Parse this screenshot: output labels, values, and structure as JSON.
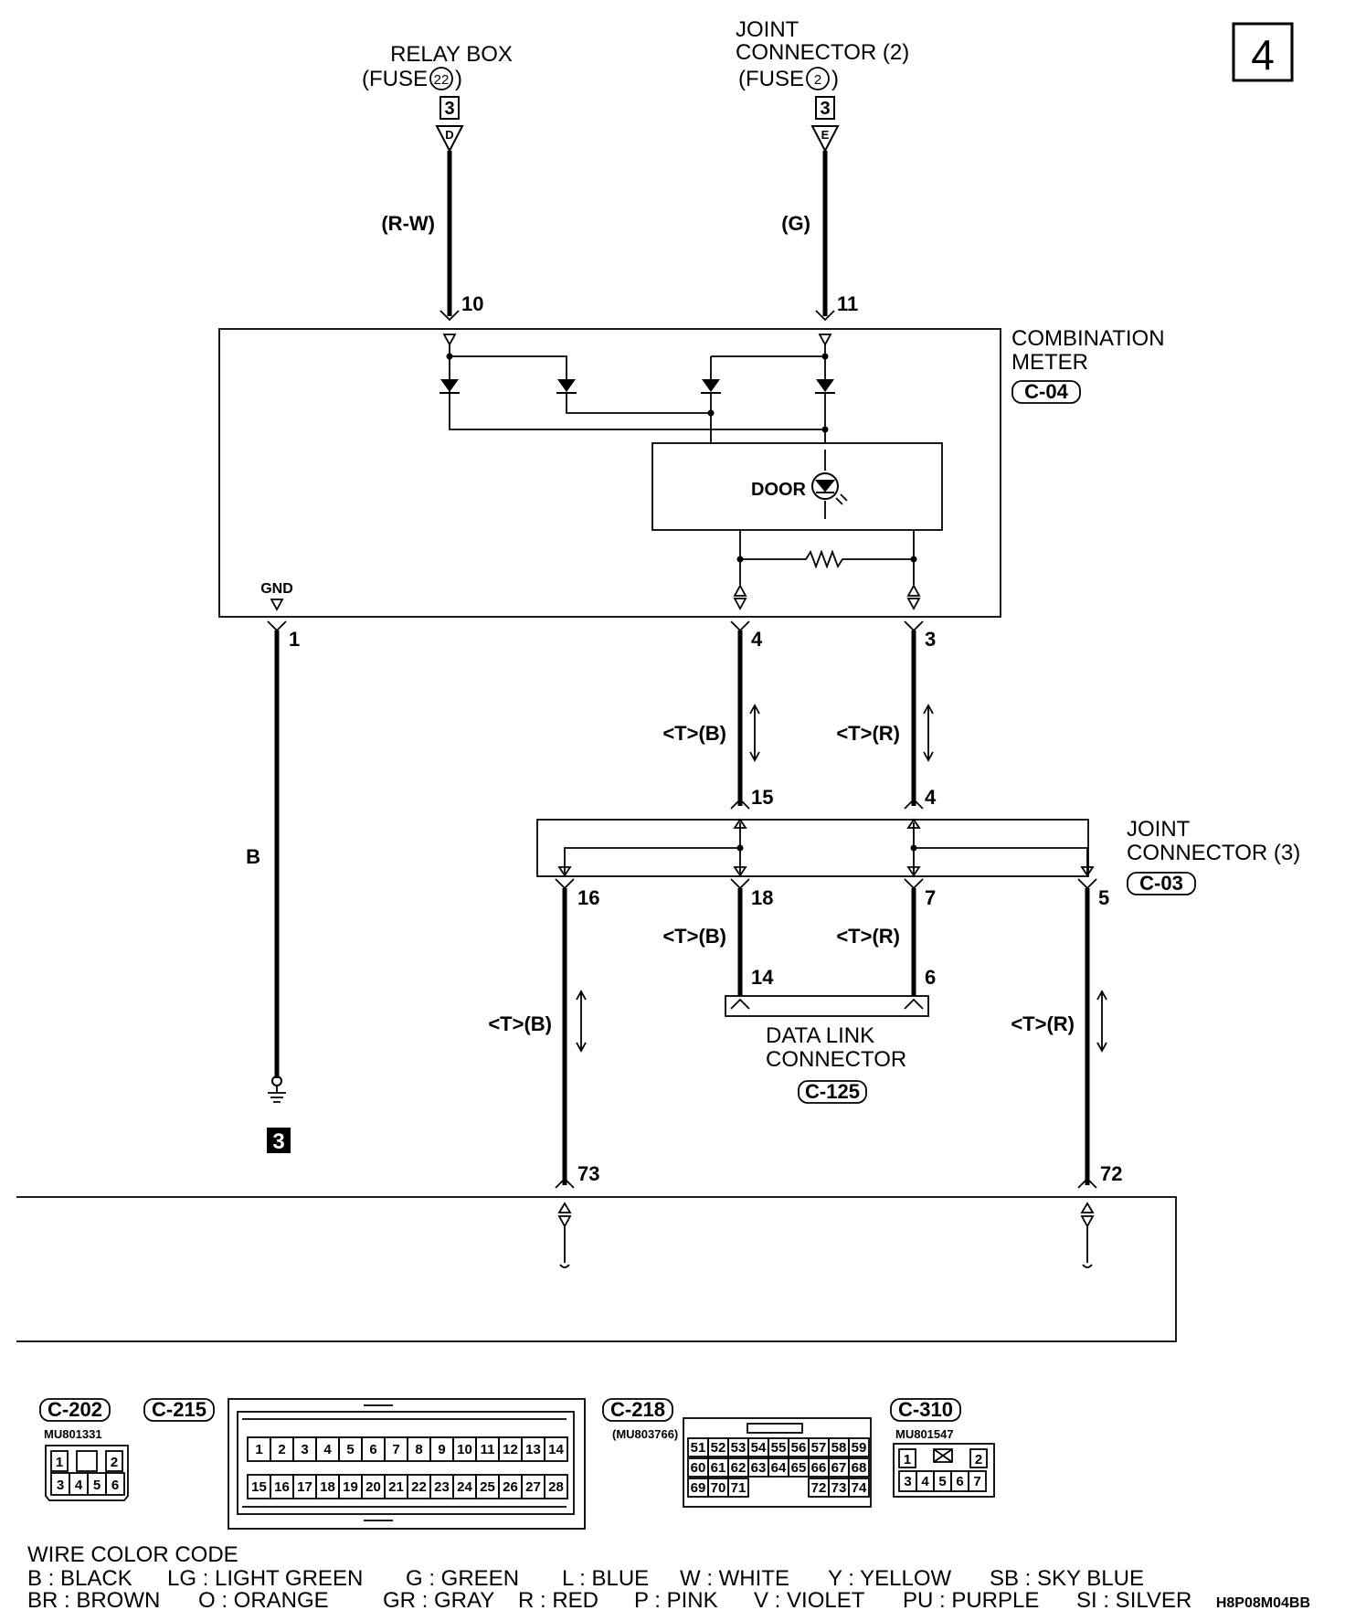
{
  "page_number": "4",
  "top_sources": {
    "relay_box": {
      "line1": "RELAY BOX",
      "line2": "(FUSE",
      "fuse_no": "22",
      "line2_end": ")",
      "box_no": "3",
      "conn": "D"
    },
    "joint_connector_2": {
      "line1": "JOINT",
      "line2": "CONNECTOR (2)",
      "line3": "(FUSE",
      "fuse_no": "2",
      "line3_end": ")",
      "box_no": "3",
      "conn": "E"
    }
  },
  "wires": {
    "rw_color": "(R-W)",
    "g_color": "(G)",
    "pin_10": "10",
    "pin_11": "11",
    "gnd_color": "B",
    "pin_1": "1",
    "pin_4": "4",
    "pin_3": "3",
    "tb": "<T>(B)",
    "tr": "<T>(R)",
    "pin_15": "15",
    "pin_4b": "4",
    "pin_16": "16",
    "pin_18": "18",
    "pin_7": "7",
    "pin_5": "5",
    "pin_14": "14",
    "pin_6": "6",
    "pin_73": "73",
    "pin_72": "72",
    "ground_ref": "3"
  },
  "combination_meter": {
    "line1": "COMBINATION",
    "line2": "METER",
    "code": "C-04",
    "gnd": "GND",
    "door": "DOOR"
  },
  "joint_connector_3": {
    "line1": "JOINT",
    "line2": "CONNECTOR (3)",
    "code": "C-03"
  },
  "data_link_connector": {
    "line1": "DATA LINK",
    "line2": "CONNECTOR",
    "code": "C-125"
  },
  "connectors": {
    "c202": {
      "code": "C-202",
      "part": "MU801331",
      "pins": [
        "1",
        "2",
        "3",
        "4",
        "5",
        "6"
      ]
    },
    "c215": {
      "code": "C-215",
      "row1": [
        "1",
        "2",
        "3",
        "4",
        "5",
        "6",
        "7",
        "8",
        "9",
        "10",
        "11",
        "12",
        "13",
        "14"
      ],
      "row2": [
        "15",
        "16",
        "17",
        "18",
        "19",
        "20",
        "21",
        "22",
        "23",
        "24",
        "25",
        "26",
        "27",
        "28"
      ]
    },
    "c218": {
      "code": "C-218",
      "part": "(MU803766)",
      "row1": [
        "51",
        "52",
        "53",
        "54",
        "55",
        "56",
        "57",
        "58",
        "59"
      ],
      "row2": [
        "60",
        "61",
        "62",
        "63",
        "64",
        "65",
        "66",
        "67",
        "68"
      ],
      "row3a": [
        "69",
        "70",
        "71"
      ],
      "row3b": [
        "72",
        "73",
        "74"
      ]
    },
    "c310": {
      "code": "C-310",
      "part": "MU801547",
      "pins_row1": [
        "1",
        "2"
      ],
      "pins_row2": [
        "3",
        "4",
        "5",
        "6",
        "7"
      ]
    }
  },
  "legend": {
    "title": "WIRE COLOR CODE",
    "row1": [
      "B : BLACK",
      "LG : LIGHT GREEN",
      "G : GREEN",
      "L : BLUE",
      "W : WHITE",
      "Y : YELLOW",
      "SB : SKY BLUE"
    ],
    "row2": [
      "BR : BROWN",
      "O : ORANGE",
      "GR : GRAY",
      "R : RED",
      "P : PINK",
      "V : VIOLET",
      "PU : PURPLE",
      "SI : SILVER"
    ],
    "drawing_code": "H8P08M04BB"
  }
}
